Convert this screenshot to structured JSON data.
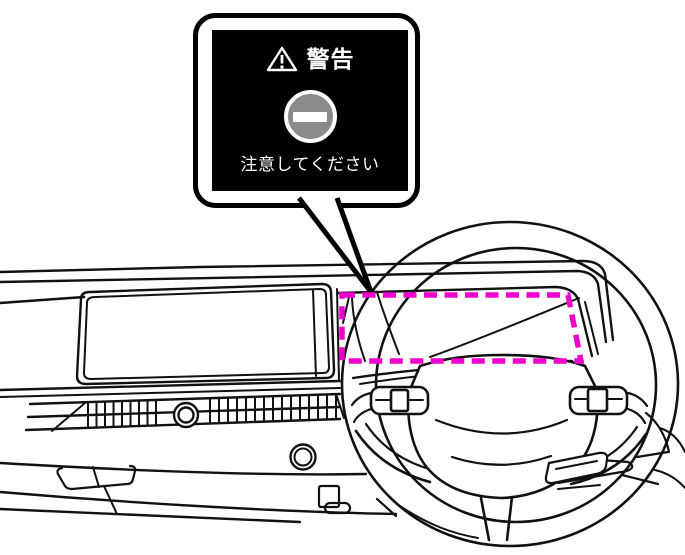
{
  "figure": {
    "kind": "owners-manual-illustration",
    "scene": "dashboard-and-steering-wheel-line-art",
    "highlight_target": "instrument-cluster-area",
    "highlight_style": "dashed-rectangle"
  },
  "callout": {
    "warning_title": "警告",
    "warning_icon": "warning-triangle-icon",
    "prohibition_icon": "no-entry-icon",
    "message": "注意してください"
  },
  "colors": {
    "background": "#ffffff",
    "line_art": "#111111",
    "callout_border": "#000000",
    "screen_background": "#000000",
    "screen_text": "#ffffff",
    "no_entry_gray": "#8a8a8a",
    "highlight_magenta": "#ee00cc"
  }
}
